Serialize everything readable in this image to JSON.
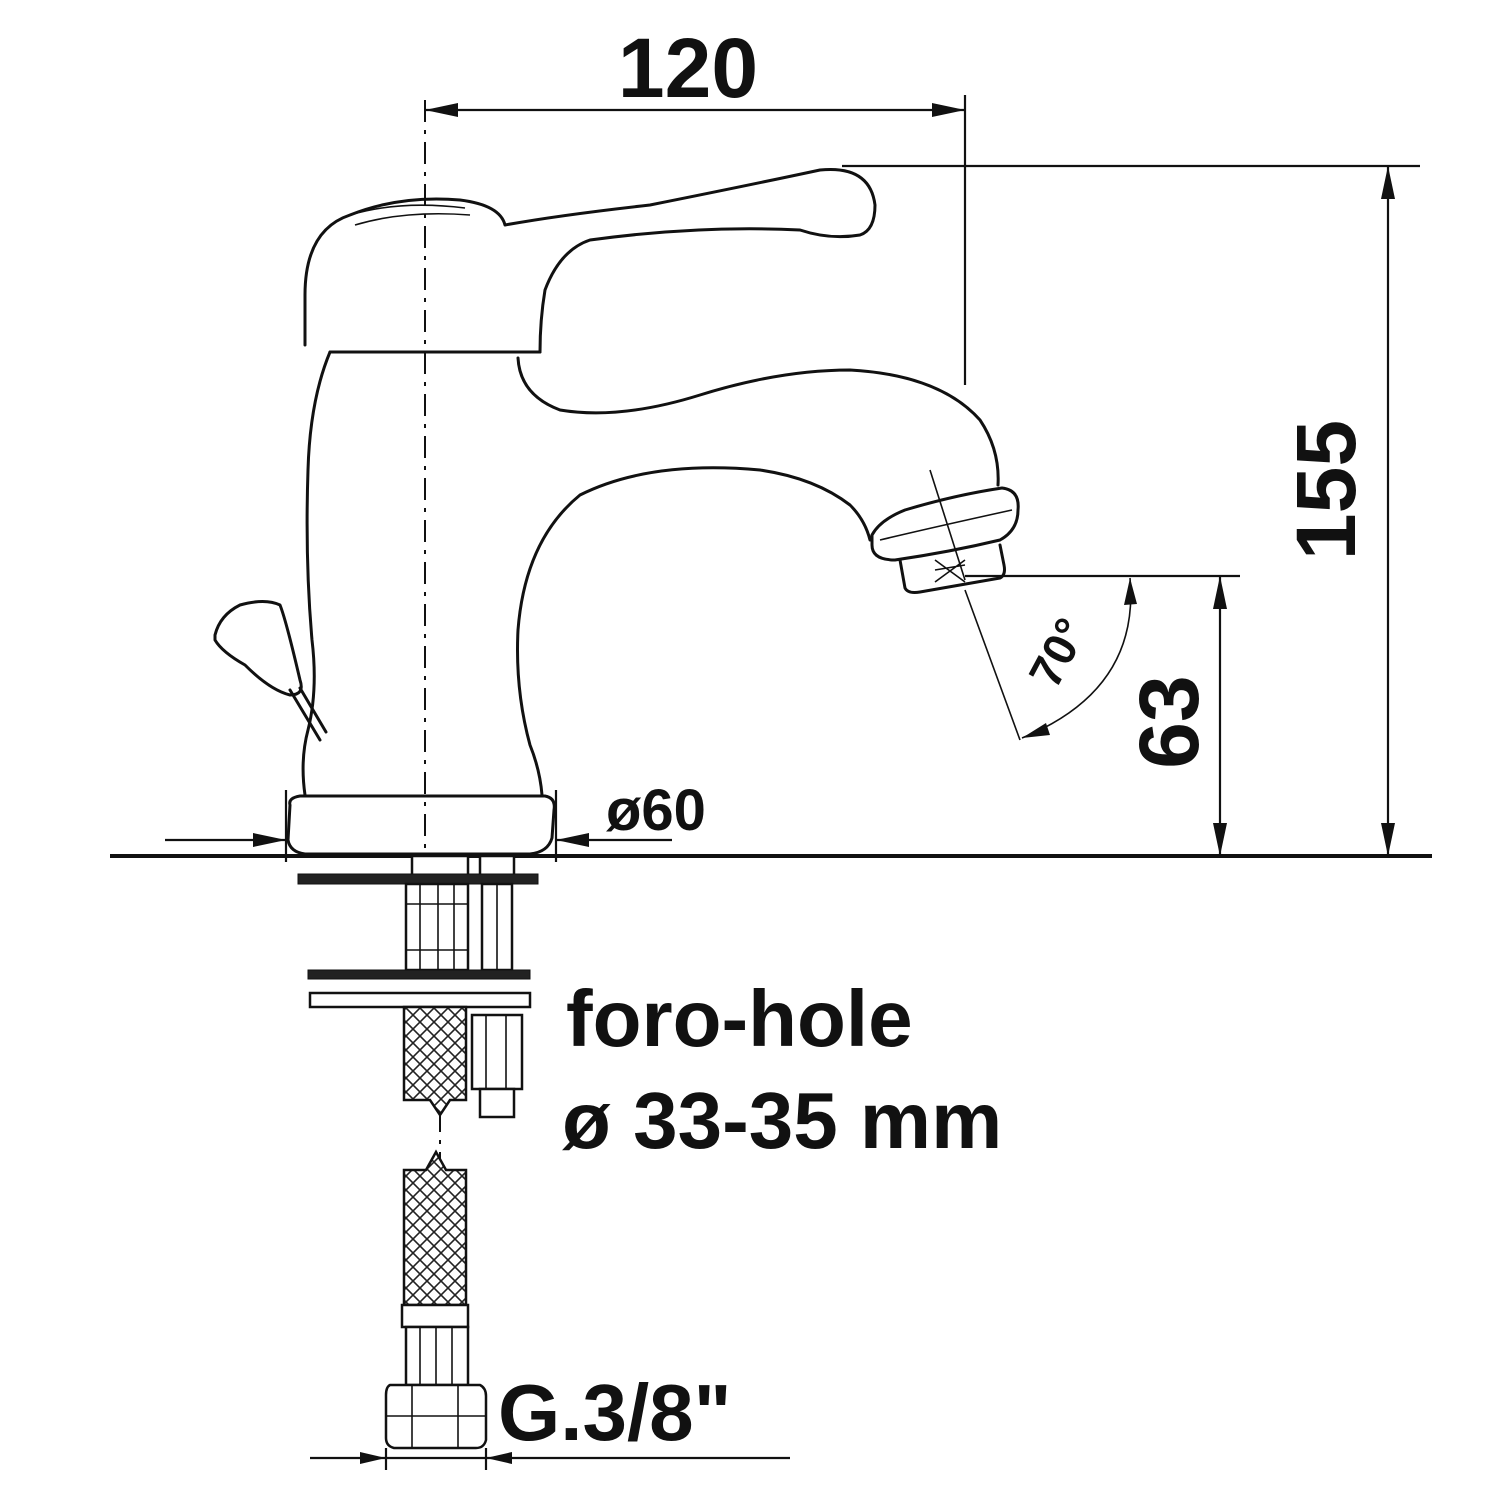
{
  "dimensions": {
    "width_label": "120",
    "height_label": "155",
    "spout_height_label": "63",
    "base_diameter_label": "ø60",
    "spray_angle_label": "70°"
  },
  "installation": {
    "hole_line1": "foro-hole",
    "hole_line2": "ø 33-35 mm",
    "connection_label": "G.3/8\""
  },
  "colors": {
    "line": "#111111",
    "background": "#ffffff"
  }
}
